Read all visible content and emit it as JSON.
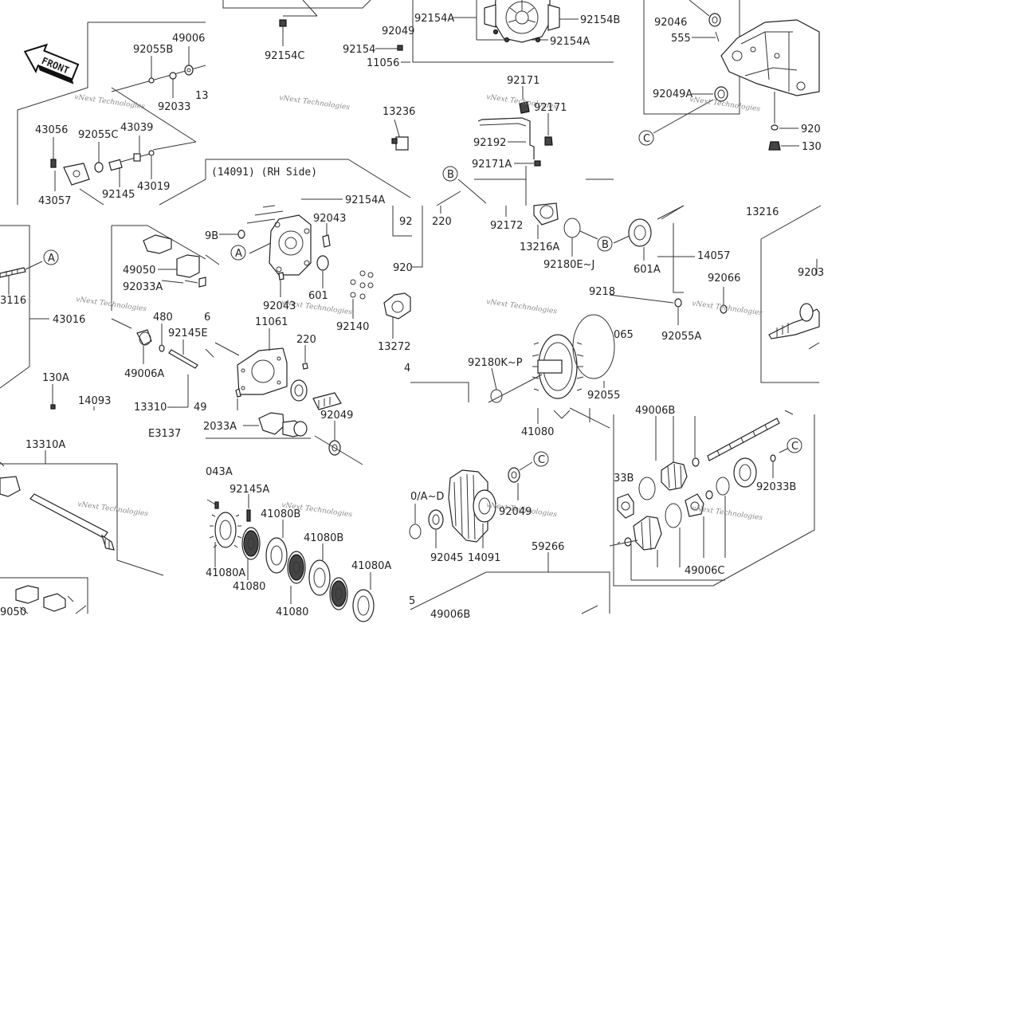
{
  "labels": {
    "front": "FRONT",
    "rh_side": "(14091) (RH Side)",
    "e3137": "E3137",
    "p49006_top": "49006",
    "p92055B": "92055B",
    "p92033": "92033",
    "p13_top": "13",
    "p43056": "43056",
    "p92055C": "92055C",
    "p43039": "43039",
    "p43057": "43057",
    "p92145": "92145",
    "p43019": "43019",
    "p92154C": "92154C",
    "p92154_l": "92154",
    "p92049_top": "92049",
    "p11056": "11056",
    "p92154A_1": "92154A",
    "p92154B": "92154B",
    "p92154A_2": "92154A",
    "p92046": "92046",
    "p555": "555",
    "p92049A": "92049A",
    "p920_r": "920",
    "p130_r": "130",
    "p92171_a": "92171",
    "p92171_b": "92171",
    "p13236": "13236",
    "p92192": "92192",
    "p92171A": "92171A",
    "p220_mid": "220",
    "p92172": "92172",
    "p13216A": "13216A",
    "p13216": "13216",
    "p92180EJ": "92180E~J",
    "p601A": "601A",
    "p14057": "14057",
    "p92066": "92066",
    "p9203_r": "9203",
    "p9218": "9218",
    "p92055A": "92055A",
    "p065": "065",
    "p92055_b": "92055",
    "p92154A_c": "92154A",
    "p92043_a": "92043",
    "p92_s": "92",
    "p920_s": "920",
    "p9B": "9B",
    "p49050_a": "49050",
    "p92033A_a": "92033A",
    "p601": "601",
    "p92043_b": "92043",
    "p92140": "92140",
    "p13272": "13272",
    "p3116": "3116",
    "p43016": "43016",
    "p480": "480",
    "p92145E": "92145E",
    "p11061": "11061",
    "p220_b": "220",
    "p49006A": "49006A",
    "p130A": "130A",
    "p14093": "14093",
    "p13310": "13310",
    "p49_cut": "49",
    "p2033A": "2033A",
    "p92049_b": "92049",
    "p92180KP": "92180K~P",
    "p41080_r": "41080",
    "p49006B_t": "49006B",
    "p13310A": "13310A",
    "p043A": "043A",
    "p92145A": "92145A",
    "p41080B_a": "41080B",
    "p41080B_b": "41080B",
    "p41080A_a": "41080A",
    "p41080_a": "41080",
    "p41080_b": "41080",
    "p41080A_b": "41080A",
    "p0AD": "0/A~D",
    "p92045": "92045",
    "p14091": "14091",
    "p92049_c": "92049",
    "p59266": "59266",
    "p5_cut": "5",
    "p49006B_b": "49006B",
    "p33B": "33B",
    "p92033B": "92033B",
    "p49006C": "49006C",
    "p9050": "9050",
    "p6_cut": "6",
    "p4_cut": "4"
  },
  "refs": {
    "A": "A",
    "B": "B",
    "C": "C"
  },
  "watermark": "vNext Technologies"
}
